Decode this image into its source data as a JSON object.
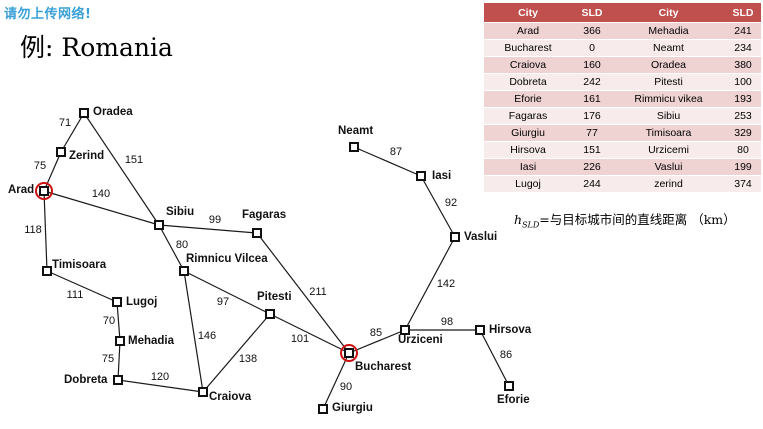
{
  "watermark": "请勿上传网络!",
  "title": "例: Romania",
  "caption": {
    "h": "h",
    "sub": "SLD",
    "text": "=与目标城市间的直线距离 （km）"
  },
  "table": {
    "headers": [
      "City",
      "SLD",
      "City",
      "SLD"
    ],
    "rows": [
      [
        "Arad",
        "366",
        "Mehadia",
        "241"
      ],
      [
        "Bucharest",
        "0",
        "Neamt",
        "234"
      ],
      [
        "Craiova",
        "160",
        "Oradea",
        "380"
      ],
      [
        "Dobreta",
        "242",
        "Pitesti",
        "100"
      ],
      [
        "Eforie",
        "161",
        "Rimmicu vikea",
        "193"
      ],
      [
        "Fagaras",
        "176",
        "Sibiu",
        "253"
      ],
      [
        "Giurgiu",
        "77",
        "Timisoara",
        "329"
      ],
      [
        "Hirsova",
        "151",
        "Urzicemi",
        "80"
      ],
      [
        "Iasi",
        "226",
        "Vaslui",
        "199"
      ],
      [
        "Lugoj",
        "244",
        "zerind",
        "374"
      ]
    ]
  },
  "graph": {
    "highlighted": [
      "Arad",
      "Bucharest"
    ],
    "highlight_color": "#cc1111",
    "nodes": [
      {
        "id": "Arad",
        "label": "Arad"
      },
      {
        "id": "Zerind",
        "label": "Zerind"
      },
      {
        "id": "Oradea",
        "label": "Oradea"
      },
      {
        "id": "Sibiu",
        "label": "Sibiu"
      },
      {
        "id": "Timisoara",
        "label": "Timisoara"
      },
      {
        "id": "Lugoj",
        "label": "Lugoj"
      },
      {
        "id": "Mehadia",
        "label": "Mehadia"
      },
      {
        "id": "Dobreta",
        "label": "Dobreta"
      },
      {
        "id": "Craiova",
        "label": "Craiova"
      },
      {
        "id": "Rimnicu",
        "label": "Rimnicu Vilcea"
      },
      {
        "id": "Fagaras",
        "label": "Fagaras"
      },
      {
        "id": "Pitesti",
        "label": "Pitesti"
      },
      {
        "id": "Bucharest",
        "label": "Bucharest"
      },
      {
        "id": "Giurgiu",
        "label": "Giurgiu"
      },
      {
        "id": "Urziceni",
        "label": "Urziceni"
      },
      {
        "id": "Hirsova",
        "label": "Hirsova"
      },
      {
        "id": "Eforie",
        "label": "Eforie"
      },
      {
        "id": "Vaslui",
        "label": "Vaslui"
      },
      {
        "id": "Iasi",
        "label": "Iasi"
      },
      {
        "id": "Neamt",
        "label": "Neamt"
      }
    ],
    "edges": [
      {
        "from": "Oradea",
        "to": "Zerind",
        "weight": "71"
      },
      {
        "from": "Zerind",
        "to": "Arad",
        "weight": "75"
      },
      {
        "from": "Oradea",
        "to": "Sibiu",
        "weight": "151"
      },
      {
        "from": "Arad",
        "to": "Sibiu",
        "weight": "140"
      },
      {
        "from": "Arad",
        "to": "Timisoara",
        "weight": "118"
      },
      {
        "from": "Timisoara",
        "to": "Lugoj",
        "weight": "111"
      },
      {
        "from": "Lugoj",
        "to": "Mehadia",
        "weight": "70"
      },
      {
        "from": "Mehadia",
        "to": "Dobreta",
        "weight": "75"
      },
      {
        "from": "Dobreta",
        "to": "Craiova",
        "weight": "120"
      },
      {
        "from": "Sibiu",
        "to": "Fagaras",
        "weight": "99"
      },
      {
        "from": "Sibiu",
        "to": "Rimnicu",
        "weight": "80"
      },
      {
        "from": "Rimnicu",
        "to": "Pitesti",
        "weight": "97"
      },
      {
        "from": "Rimnicu",
        "to": "Craiova",
        "weight": "146"
      },
      {
        "from": "Craiova",
        "to": "Pitesti",
        "weight": "138"
      },
      {
        "from": "Fagaras",
        "to": "Bucharest",
        "weight": "211"
      },
      {
        "from": "Pitesti",
        "to": "Bucharest",
        "weight": "101"
      },
      {
        "from": "Bucharest",
        "to": "Giurgiu",
        "weight": "90"
      },
      {
        "from": "Bucharest",
        "to": "Urziceni",
        "weight": "85"
      },
      {
        "from": "Urziceni",
        "to": "Hirsova",
        "weight": "98"
      },
      {
        "from": "Hirsova",
        "to": "Eforie",
        "weight": "86"
      },
      {
        "from": "Urziceni",
        "to": "Vaslui",
        "weight": "142"
      },
      {
        "from": "Vaslui",
        "to": "Iasi",
        "weight": "92"
      },
      {
        "from": "Iasi",
        "to": "Neamt",
        "weight": "87"
      }
    ]
  }
}
